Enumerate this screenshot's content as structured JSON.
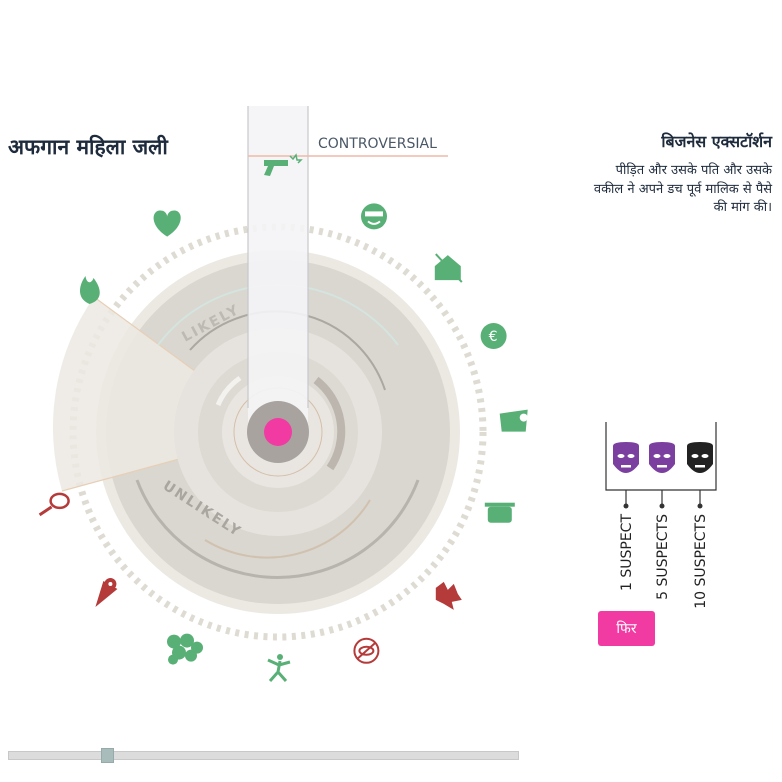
{
  "case": {
    "title": "अफगान महिला जली"
  },
  "wheel": {
    "top_label": "CONTROVERSIAL",
    "inner_label_likely": "LIKELY",
    "inner_label_unlikely": "UNLIKELY",
    "colors": {
      "green": "#58b076",
      "red": "#b53a3a",
      "accent_pink": "#f23aa3",
      "ring": "#dcd9d4",
      "dots": "#dedbd2"
    },
    "icons": [
      {
        "name": "revolver-icon",
        "angle": 0,
        "color": "#58b076"
      },
      {
        "name": "masked-face-icon",
        "angle": 24,
        "color": "#58b076"
      },
      {
        "name": "house-crossed-icon",
        "angle": 46,
        "color": "#58b076"
      },
      {
        "name": "euro-head-icon",
        "angle": 66,
        "color": "#58b076"
      },
      {
        "name": "bag-icon",
        "angle": 87,
        "color": "#58b076"
      },
      {
        "name": "pot-icon",
        "angle": 110,
        "color": "#58b076"
      },
      {
        "name": "wolf-head-icon",
        "angle": 134,
        "color": "#b53a3a"
      },
      {
        "name": "no-eye-icon",
        "angle": 158,
        "color": "#b53a3a"
      },
      {
        "name": "dancer-icon",
        "angle": 180,
        "color": "#58b076"
      },
      {
        "name": "grapes-icon",
        "angle": 204,
        "color": "#58b076"
      },
      {
        "name": "skull-cone-icon",
        "angle": 227,
        "color": "#b53a3a"
      },
      {
        "name": "noose-icon",
        "angle": 252,
        "color": "#b53a3a"
      },
      {
        "name": "flame-icon",
        "angle": 307,
        "color": "#58b076"
      },
      {
        "name": "heart-icon",
        "angle": 332,
        "color": "#58b076"
      }
    ]
  },
  "selected_motive": {
    "title": "बिजनेस एक्सटॉर्शन",
    "description": "पीड़ित और उसके पति और उसके वकील ने अपने डच पूर्व मालिक से पैसे की मांग की।"
  },
  "suspects": [
    {
      "label": "1 SUSPECT",
      "color": "#7b3fa0"
    },
    {
      "label": "5 SUSPECTS",
      "color": "#7b3fa0"
    },
    {
      "label": "10 SUSPECTS",
      "color": "#222222"
    }
  ],
  "again_button": {
    "label": "फिर"
  },
  "timeline": {
    "position": 0.194
  }
}
